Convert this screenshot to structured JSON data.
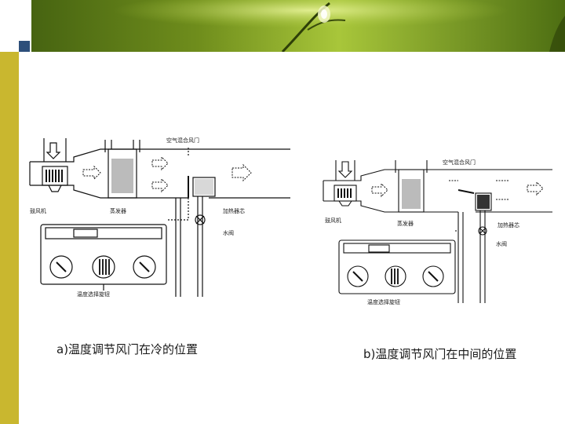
{
  "captions": {
    "a": "a)温度调节风门在冷的位置",
    "b": "b)温度调节风门在中间的位置"
  },
  "figure_a": {
    "labels": {
      "blend_door": "空气混合风门",
      "blower": "鼓风机",
      "evaporator": "蒸发器",
      "heater_core": "加热器芯",
      "water_valve": "水阀",
      "temp_knob": "温度选择旋钮"
    }
  },
  "figure_b": {
    "labels": {
      "blend_door": "空气混合风门",
      "blower": "鼓风机",
      "evaporator": "蒸发器",
      "heater_core": "加热器芯",
      "water_valve": "水阀",
      "temp_knob": "温度选择旋钮"
    }
  },
  "colors": {
    "left_bar": "#c9b72f",
    "corner_square": "#2d4f7a",
    "banner_green_dark": "#4d6e12",
    "banner_green_light": "#a8c63a"
  }
}
